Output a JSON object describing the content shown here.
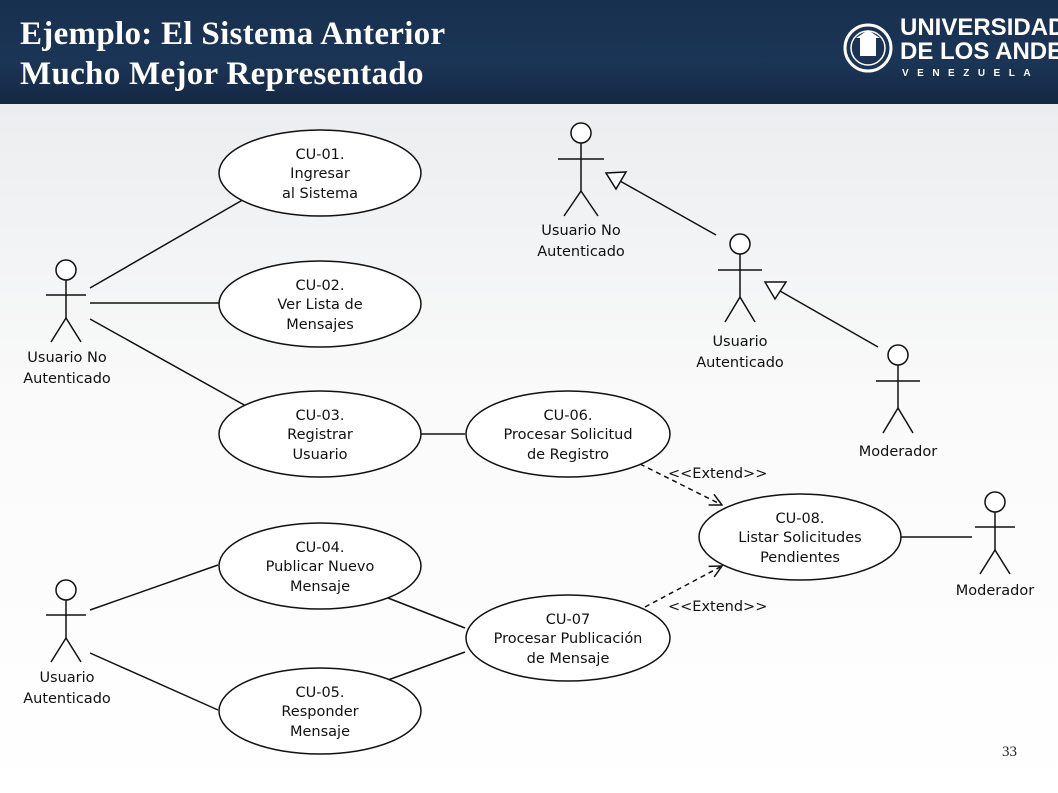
{
  "slide": {
    "title_line1": "Ejemplo:  El Sistema  Anterior",
    "title_line2": "Mucho Mejor Representado",
    "page_number": "33"
  },
  "logo": {
    "line1": "UNIVERSIDAD",
    "line2": "DE LOS ANDES",
    "line3": "VENEZUELA"
  },
  "use_cases": [
    {
      "id": "cu01",
      "lines": [
        "CU-01.",
        "Ingresar",
        "al Sistema"
      ]
    },
    {
      "id": "cu02",
      "lines": [
        "CU-02.",
        "Ver Lista de",
        "Mensajes"
      ]
    },
    {
      "id": "cu03",
      "lines": [
        "CU-03.",
        "Registrar",
        "Usuario"
      ]
    },
    {
      "id": "cu04",
      "lines": [
        "CU-04.",
        "Publicar Nuevo",
        "Mensaje"
      ]
    },
    {
      "id": "cu05",
      "lines": [
        "CU-05.",
        "Responder",
        "Mensaje"
      ]
    },
    {
      "id": "cu06",
      "lines": [
        "CU-06.",
        "Procesar Solicitud",
        "de Registro"
      ]
    },
    {
      "id": "cu07",
      "lines": [
        "CU-07",
        "Procesar Publicación",
        "de Mensaje"
      ]
    },
    {
      "id": "cu08",
      "lines": [
        "CU-08.",
        "Listar Solicitudes",
        "Pendientes"
      ]
    }
  ],
  "actors": [
    {
      "id": "a1",
      "lines": [
        "Usuario No",
        "Autenticado"
      ]
    },
    {
      "id": "a2",
      "lines": [
        "Usuario",
        "Autenticado"
      ]
    },
    {
      "id": "a3",
      "lines": [
        "Moderador"
      ]
    },
    {
      "id": "h1",
      "lines": [
        "Usuario No",
        "Autenticado"
      ]
    },
    {
      "id": "h2",
      "lines": [
        "Usuario",
        "Autenticado"
      ]
    },
    {
      "id": "h3",
      "lines": [
        "Moderador"
      ]
    }
  ],
  "extend_labels": [
    "<<Extend>>",
    "<<Extend>>"
  ]
}
